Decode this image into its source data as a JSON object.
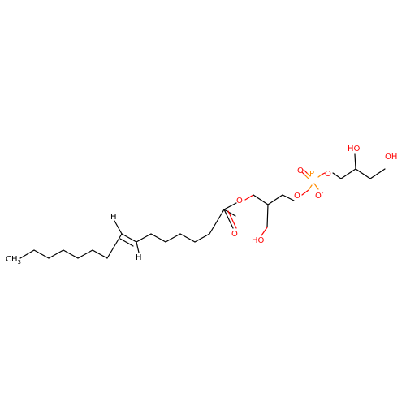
{
  "colors": {
    "carbon": "#000000",
    "oxygen": "#ff0000",
    "phosphorus": "#ff8c00",
    "background": "#ffffff"
  },
  "atoms": {
    "ch3_c": "CH",
    "ch3_sub": "3",
    "h_top": "H",
    "h_bottom": "H",
    "o_carbonyl": "O",
    "o_ester": "O",
    "ho_left": "HO",
    "o_phos_link": "O",
    "o_double": "O",
    "p": "P",
    "o_minus": "O",
    "o_minus_charge": "-",
    "o_glyc": "O",
    "ho_mid": "HO",
    "oh_right": "OH"
  }
}
